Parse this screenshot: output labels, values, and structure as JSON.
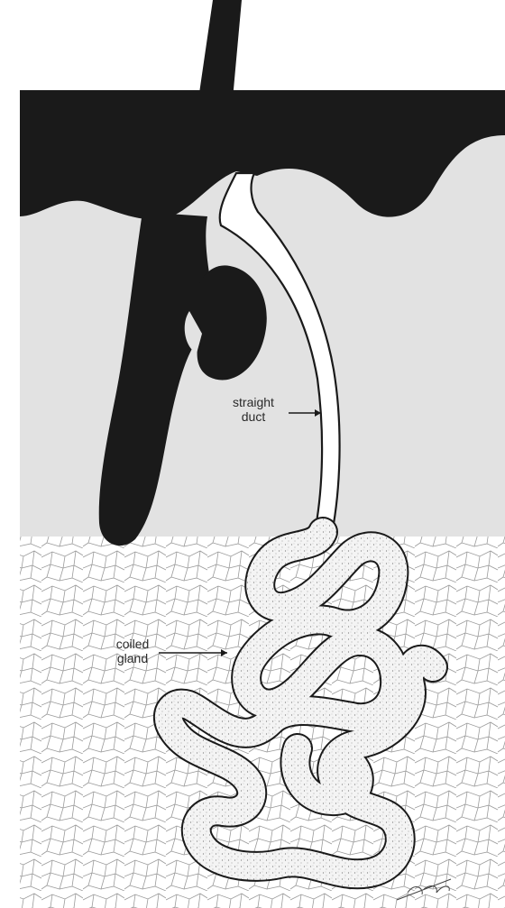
{
  "labels": {
    "straight_duct_line1": "straight",
    "straight_duct_line2": "duct",
    "coiled_gland_line1": "coiled",
    "coiled_gland_line2": "gland"
  },
  "colors": {
    "ink": "#1a1a1a",
    "dermis": "#e2e2e2",
    "gland_fill": "#f7f7f7",
    "paper": "#ffffff"
  }
}
